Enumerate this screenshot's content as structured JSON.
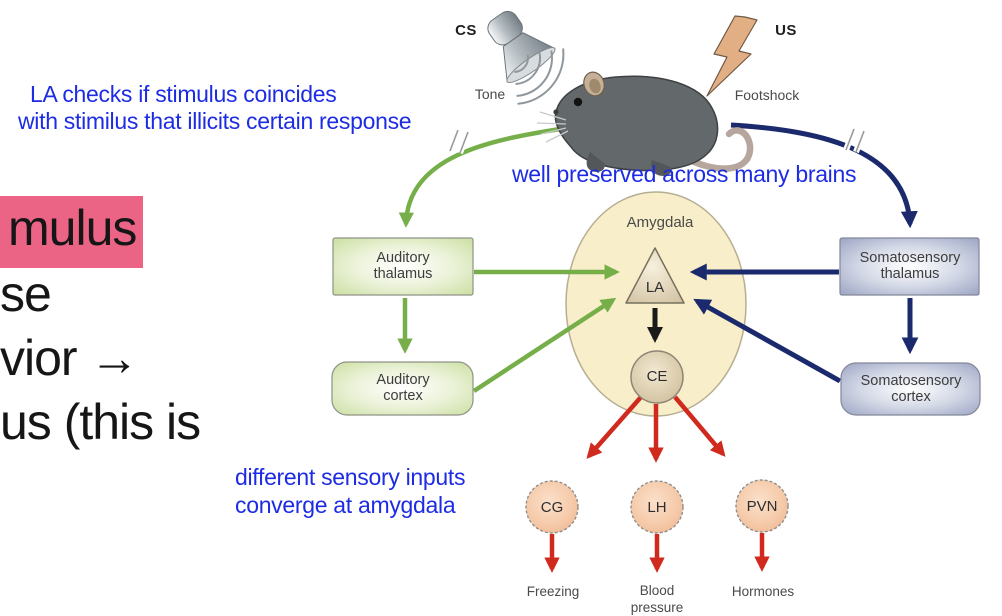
{
  "annotations": {
    "la_checks": [
      "LA checks if stimulus coincides",
      "with stimilus that illicits certain response"
    ],
    "well_preserved": "well preserved across many brains",
    "converge": [
      "different sensory inputs",
      "converge at amygdala"
    ]
  },
  "left_text": {
    "line1": "mulus",
    "line2": "se",
    "line3": "vior →",
    "line4": "us (this is"
  },
  "stimuli": {
    "cs": {
      "label": "CS",
      "name": "Tone"
    },
    "us": {
      "label": "US",
      "name": "Footshock"
    }
  },
  "amygdala": {
    "label": "Amygdala",
    "la": "LA",
    "ce": "CE"
  },
  "regions": {
    "auditory_thalamus": [
      "Auditory",
      "thalamus"
    ],
    "auditory_cortex": [
      "Auditory",
      "cortex"
    ],
    "somatosensory_thalamus": [
      "Somatosensory",
      "thalamus"
    ],
    "somatosensory_cortex": [
      "Somatosensory",
      "cortex"
    ]
  },
  "outputs": [
    {
      "node": "CG",
      "effect_lines": [
        "Freezing"
      ]
    },
    {
      "node": "LH",
      "effect_lines": [
        "Blood",
        "pressure"
      ]
    },
    {
      "node": "PVN",
      "effect_lines": [
        "Hormones"
      ]
    }
  ],
  "colors": {
    "annotation_blue": "#1d2ce4",
    "highlight_pink": "#ec6485",
    "pathway_green": "#76af4a",
    "pathway_navy": "#1a2a6c",
    "output_red": "#d02a1e",
    "amygdala_fill": "#f8eec9",
    "auditory_box": "#c9de9f",
    "somatosensory_box": "#99a2c1",
    "output_node": "#f0bd97"
  }
}
